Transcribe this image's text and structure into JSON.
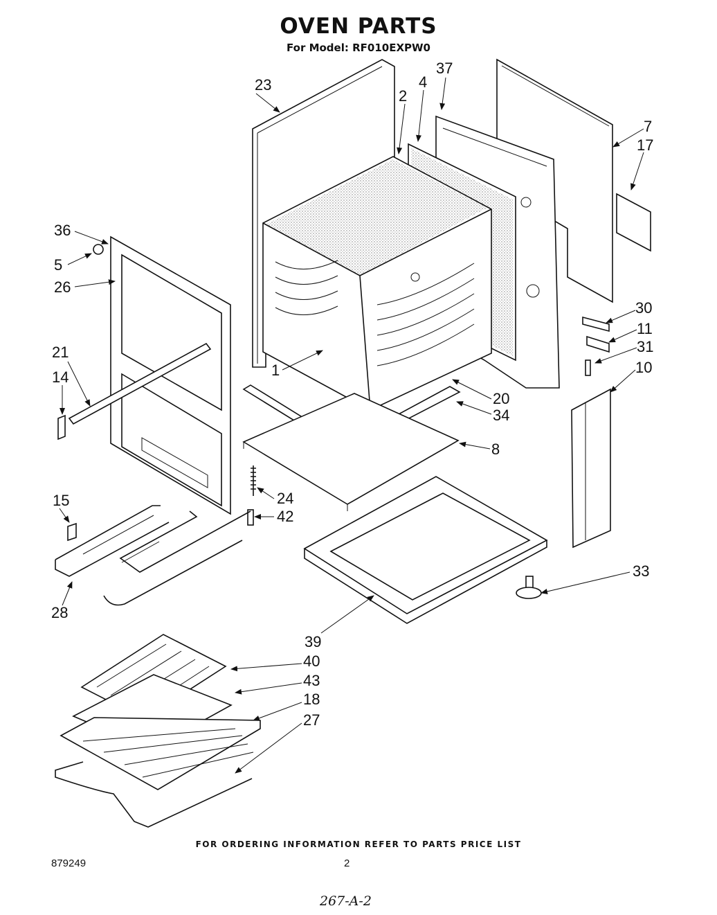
{
  "title": "OVEN PARTS",
  "subtitle": "For Model: RF010EXPW0",
  "footer": "FOR ORDERING INFORMATION REFER TO PARTS PRICE LIST",
  "doc_number": "879249",
  "page_number": "2",
  "handwritten_note": "267-A-2",
  "callouts": [
    "1",
    "2",
    "4",
    "5",
    "7",
    "8",
    "10",
    "11",
    "14",
    "15",
    "17",
    "18",
    "20",
    "21",
    "23",
    "24",
    "26",
    "27",
    "28",
    "30",
    "31",
    "33",
    "34",
    "36",
    "37",
    "39",
    "40",
    "42",
    "43"
  ]
}
